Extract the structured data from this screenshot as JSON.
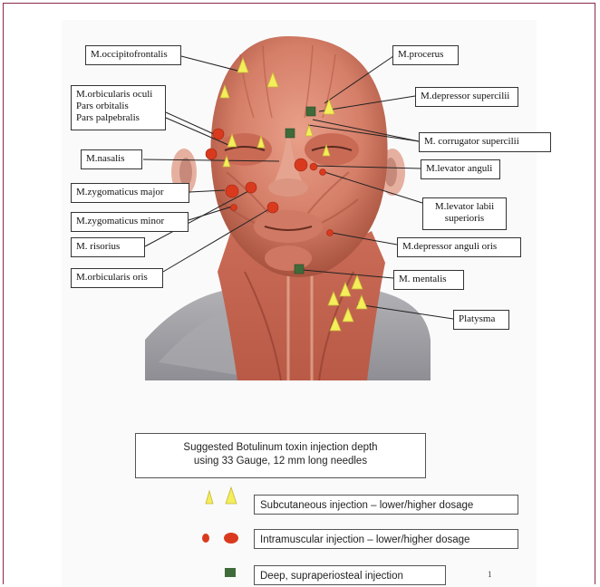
{
  "labels": {
    "occipitofrontalis": "M.occipitofrontalis",
    "procerus": "M.procerus",
    "orbicularis_oculi": "M.orbicularis oculi",
    "pars_orbitalis": "Pars orbitalis",
    "pars_palpebralis": "Pars palpebralis",
    "depressor_supercilii": "M.depressor supercilii",
    "corrugator_supercilii": "M. corrugator supercilii",
    "nasalis": "M.nasalis",
    "levator_anguli": "M.levator anguli",
    "zygomaticus_major": "M.zygomaticus major",
    "levator_labii_1": "M.levator labii",
    "levator_labii_2": "superioris",
    "zygomaticus_minor": "M.zygomaticus minor",
    "risorius": "M. risorius",
    "depressor_anguli_oris": "M.depressor anguli oris",
    "orbicularis_oris": "M.orbicularis oris",
    "mentalis": "M. mentalis",
    "platysma": "Platysma"
  },
  "caption": {
    "line1": "Suggested Botulinum toxin injection depth",
    "line2": "using 33 Gauge, 12 mm long needles"
  },
  "legend": {
    "subcutaneous": "Subcutaneous injection – lower/higher dosage",
    "intramuscular": "Intramuscular injection – lower/higher dosage",
    "deep": "Deep, supraperiosteal injection"
  },
  "page_number": "1",
  "colors": {
    "frame": "#8b2a4a",
    "subcutaneous_marker": "#f3ee5a",
    "intramuscular_marker": "#d93a1e",
    "deep_marker": "#3f6b3a",
    "muscle": "#d9826e"
  }
}
